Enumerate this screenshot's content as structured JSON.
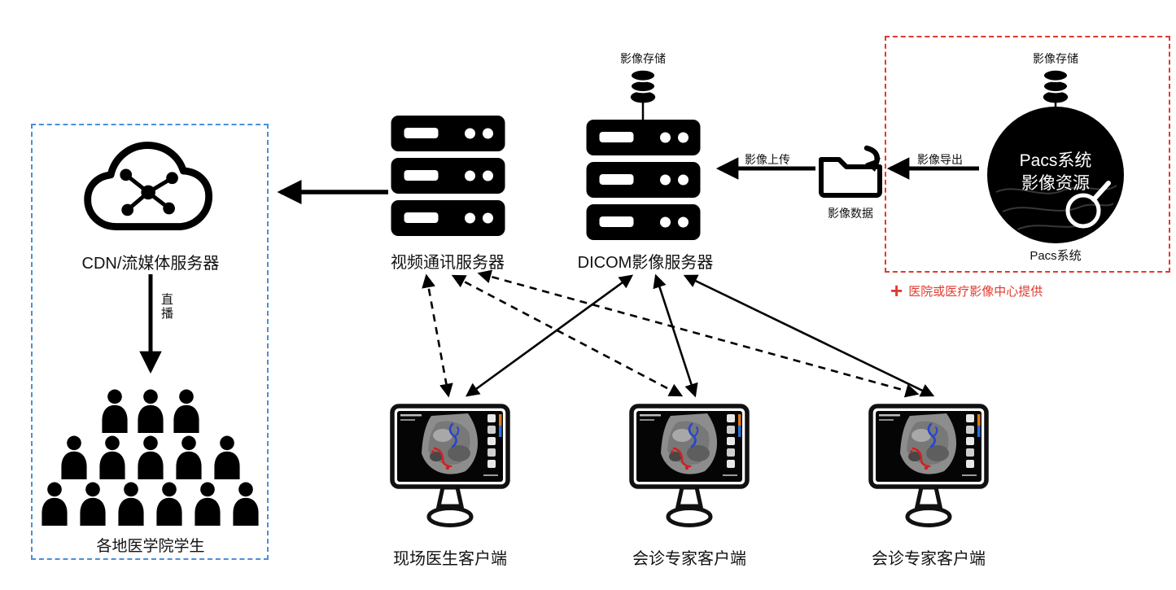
{
  "diagram": {
    "pacs_group": {
      "storage_label": "影像存储",
      "circle_title_line1": "Pacs系统",
      "circle_title_line2": "影像资源",
      "caption": "Pacs系统",
      "provider_plus": "+",
      "provider_note": "医院或医疗影像中心提供"
    },
    "dicom_group": {
      "storage_label": "影像存储",
      "server_label": "DICOM影像服务器"
    },
    "video_group": {
      "server_label": "视频通讯服务器"
    },
    "cdn_group": {
      "cloud_label": "CDN/流媒体服务器",
      "live_label": "直播",
      "students_label": "各地医学院学生"
    },
    "data_flow": {
      "export_label": "影像导出",
      "folder_label": "影像数据",
      "upload_label": "影像上传"
    },
    "clients": [
      {
        "label": "现场医生客户端"
      },
      {
        "label": "会诊专家客户端"
      },
      {
        "label": "会诊专家客户端"
      }
    ],
    "colors": {
      "accent_red": "#e03a2e",
      "accent_blue": "#4a90d9",
      "ink": "#000000"
    }
  }
}
